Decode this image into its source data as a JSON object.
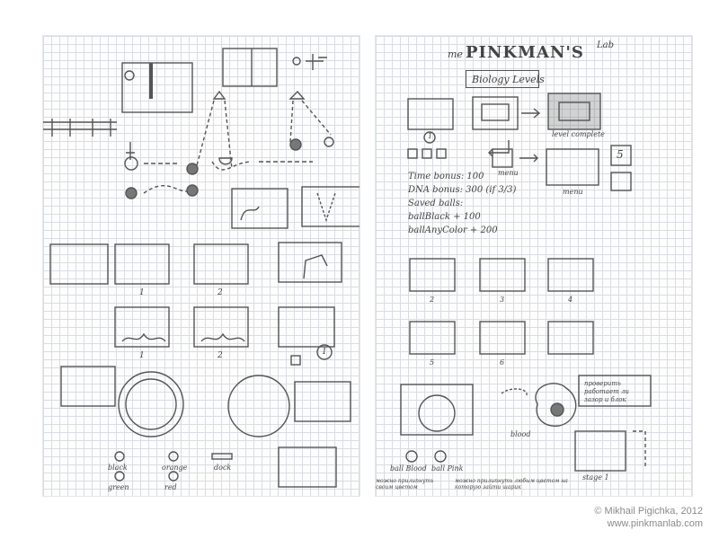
{
  "title": {
    "prefix": "me",
    "name": "PINKMAN'S",
    "lab": "Lab"
  },
  "biology_levels": "Biology Levels",
  "labels": {
    "level_complete": "level complete",
    "menu1": "menu",
    "menu2": "menu",
    "lock_number": "5"
  },
  "bonus_lines": [
    "Time bonus: 100",
    "DNA bonus: 300 (if 3/3)",
    "Saved balls:",
    "ballBlack + 100",
    "ballAnyColor + 200"
  ],
  "numbers": {
    "left_row4_a": "1",
    "left_row4_b": "2",
    "left_row5_a": "1",
    "left_row5_b": "2",
    "left_circle": "1",
    "right_c2": "2",
    "right_c3": "3",
    "right_c4": "4",
    "right_c5": "5",
    "right_c6": "6",
    "right_c1": "1"
  },
  "legend": {
    "black": "black",
    "orange": "orange",
    "green": "green",
    "red": "red",
    "dock": "dock"
  },
  "bottom_labels": {
    "ball_blood": "ball Blood",
    "ball_pink": "ball Pink",
    "blood": "blood",
    "stage": "stage 1"
  },
  "notes": {
    "russian_left": "можно прилипнуть своим цветом",
    "russian_right": "можно прилипнуть любым цветом на которую зайти шарик",
    "box_note": "проверить работает ли зазор и блок"
  },
  "copyright": {
    "line1": "© Mikhail Pigichka, 2012",
    "line2": "www.pinkmanlab.com"
  }
}
